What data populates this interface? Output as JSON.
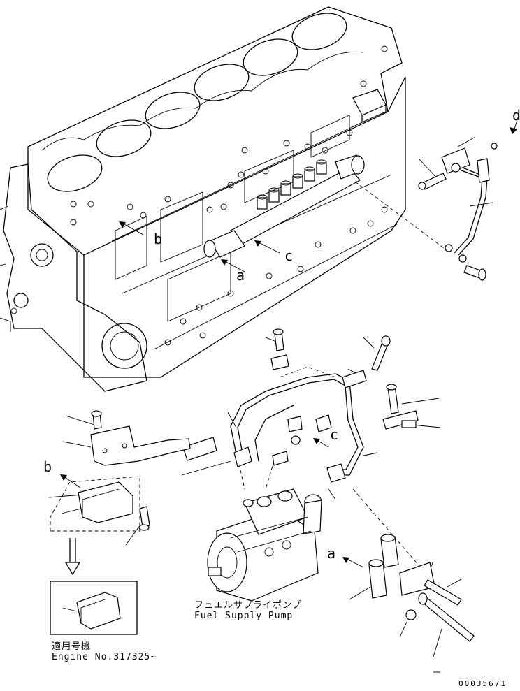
{
  "captions": {
    "pump_jp": "フュエルサプライポンプ",
    "pump_en": "Fuel Supply Pump",
    "applicable_jp": "適用号機",
    "engine_no": "Engine No.317325~",
    "drawing_no": "00035671"
  },
  "view_letters": {
    "a_block": "a",
    "b_block": "b",
    "c_block": "c",
    "d_block": "d",
    "a_part": "a",
    "b_part": "b",
    "c_part": "c"
  },
  "icons": {
    "arrow": "down-arrow-icon"
  }
}
